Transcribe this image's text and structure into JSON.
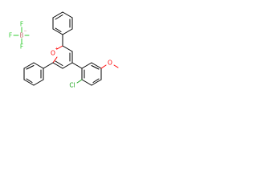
{
  "molecule": {
    "labels": {
      "fluorine_top": "F",
      "fluorine_left": "F",
      "fluorine_bottom": "F",
      "boron": "B",
      "boron_charge": "−",
      "oxygen_ring": "O",
      "oxygen_ring_charge": "+",
      "chlorine": "Cl",
      "oxygen_methoxy": "O"
    },
    "colors": {
      "bond": "#000000",
      "fluorine": "#33cc33",
      "boron": "#c77d7d",
      "oxygen": "#ff0000",
      "chlorine": "#1fa51f"
    }
  }
}
